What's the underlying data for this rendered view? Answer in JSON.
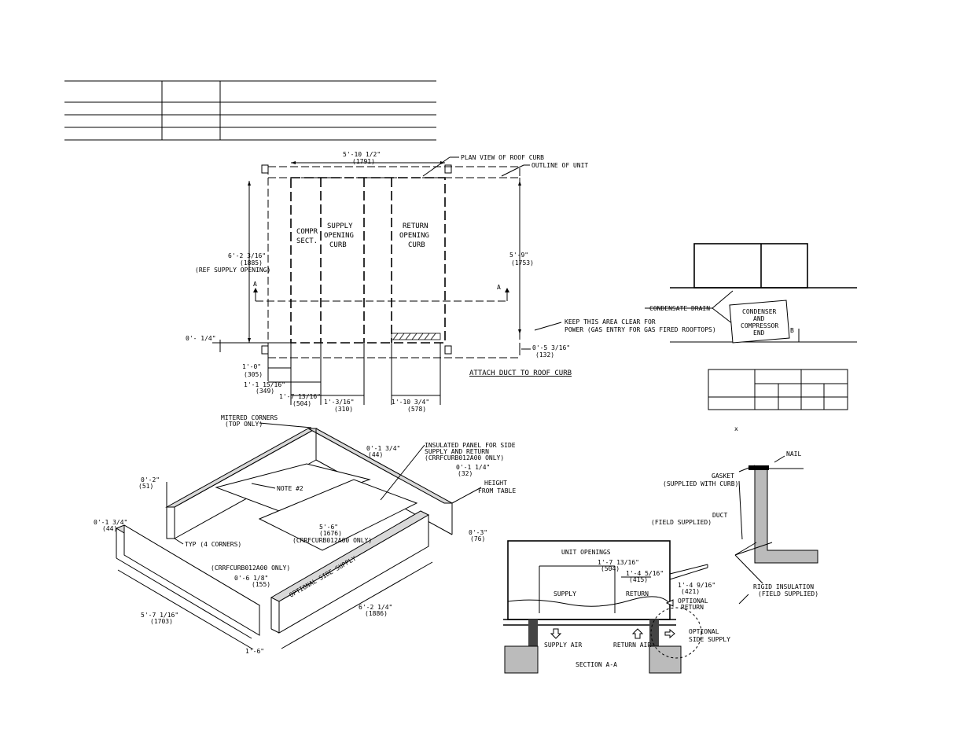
{
  "plan": {
    "overall_width": "5'-10 1/2\"",
    "overall_width_mm": "(1791)",
    "plan_view_label": "PLAN VIEW OF ROOF CURB",
    "outline_label": "OUTLINE OF UNIT",
    "compr_line1": "COMPR",
    "compr_line2": "SECT.",
    "supply_line1": "SUPPLY",
    "supply_line2": "OPENING",
    "supply_line3": "CURB",
    "return_line1": "RETURN",
    "return_line2": "OPENING",
    "return_line3": "CURB",
    "left_height": "6'-2 3/16\"",
    "left_height_mm": "(1885)",
    "left_height_note": "(REF SUPPLY OPENING)",
    "right_height": "5'-9\"",
    "right_height_mm": "(1753)",
    "section_mark": "A",
    "keep_clear_line1": "KEEP THIS AREA CLEAR FOR",
    "keep_clear_line2": "POWER (GAS ENTRY FOR GAS FIRED ROOFTOPS)",
    "dim_left_bottom": "0'- 1/4\"",
    "dim_right_bottom": "0'-5 3/16\"",
    "dim_right_bottom_mm": "(132)",
    "dim_1_0": "1'-0\"",
    "dim_1_0_mm": "(305)",
    "dim_1_1": "1'-1 15/16\"",
    "dim_1_1_mm": "(349)",
    "dim_1_7": "1'-7 13/16\"",
    "dim_1_7_mm": "(504)",
    "dim_1_3": "1'-3/16\"",
    "dim_1_3_mm": "(310)",
    "dim_1_10": "1'-10 3/4\"",
    "dim_1_10_mm": "(578)",
    "attach_note": "ATTACH DUCT TO ROOF CURB"
  },
  "detail_b": {
    "condensate_drain": "CONDENSATE DRAIN",
    "condenser_line1": "CONDENSER",
    "condenser_line2": "AND",
    "condenser_line3": "COMPRESSOR",
    "condenser_line4": "END",
    "dim_b": "B",
    "asterisk": "x"
  },
  "iso": {
    "mitered": "MITERED CORNERS",
    "top_only": "(TOP ONLY)",
    "dim_1_3_4": "0'-1 3/4\"",
    "dim_1_3_4_mm": "(44)",
    "insulated_line1": "INSULATED PANEL FOR SIDE",
    "insulated_line2": "SUPPLY AND RETURN",
    "insulated_line3": "(CRRFCURB012A00 ONLY)",
    "dim_1_1_4": "0'-1 1/4\"",
    "dim_1_1_4_mm": "(32)",
    "height_from_table_1": "HEIGHT",
    "height_from_table_2": "FROM TABLE",
    "dim_2": "0'-2\"",
    "dim_2_mm": "(51)",
    "note_2": "NOTE #2",
    "dim_left_1_3_4": "0'-1 3/4\"",
    "dim_left_1_3_4_mm": "(44)",
    "typ_corners": "TYP (4 CORNERS)",
    "dim_5_6": "5'-6\"",
    "dim_5_6_mm": "(1676)",
    "dim_5_6_note": "(CRRFCURB012A00 ONLY)",
    "dim_3": "0'-3\"",
    "dim_3_mm": "(76)",
    "crrf_only": "(CRRFCURB012A00 ONLY)",
    "dim_6_1_8": "0'-6 1/8\"",
    "dim_6_1_8_mm": "(155)",
    "optional_side_supply": "OPTIONAL SIDE SUPPLY",
    "dim_5_7": "5'-7 1/16\"",
    "dim_5_7_mm": "(1703)",
    "dim_6_2": "6'-2 1/4\"",
    "dim_6_2_mm": "(1886)",
    "dim_1_6": "1'-6\""
  },
  "section": {
    "unit_openings": "UNIT OPENINGS",
    "dim_1_7": "1'-7 13/16\"",
    "dim_1_7_mm": "(504)",
    "dim_1_4": "1'-4 5/16\"",
    "dim_1_4_mm": "(415)",
    "dim_1_4_9": "1'-4 9/16\"",
    "dim_1_4_9_mm": "(421)",
    "supply": "SUPPLY",
    "return": "RETURN",
    "optional_return_1": "OPTIONAL",
    "optional_return_2": "RETURN",
    "supply_air": "SUPPLY AIR",
    "return_air": "RETURN AIR",
    "optional_side_1": "OPTIONAL",
    "optional_side_2": "SIDE SUPPLY",
    "section_label": "SECTION A-A"
  },
  "gasket": {
    "nail": "NAIL",
    "gasket_1": "GASKET",
    "gasket_2": "(SUPPLIED WITH CURB)",
    "duct_1": "DUCT",
    "duct_2": "(FIELD SUPPLIED)",
    "rigid_1": "RIGID INSULATION",
    "rigid_2": "(FIELD SUPPLIED)"
  }
}
